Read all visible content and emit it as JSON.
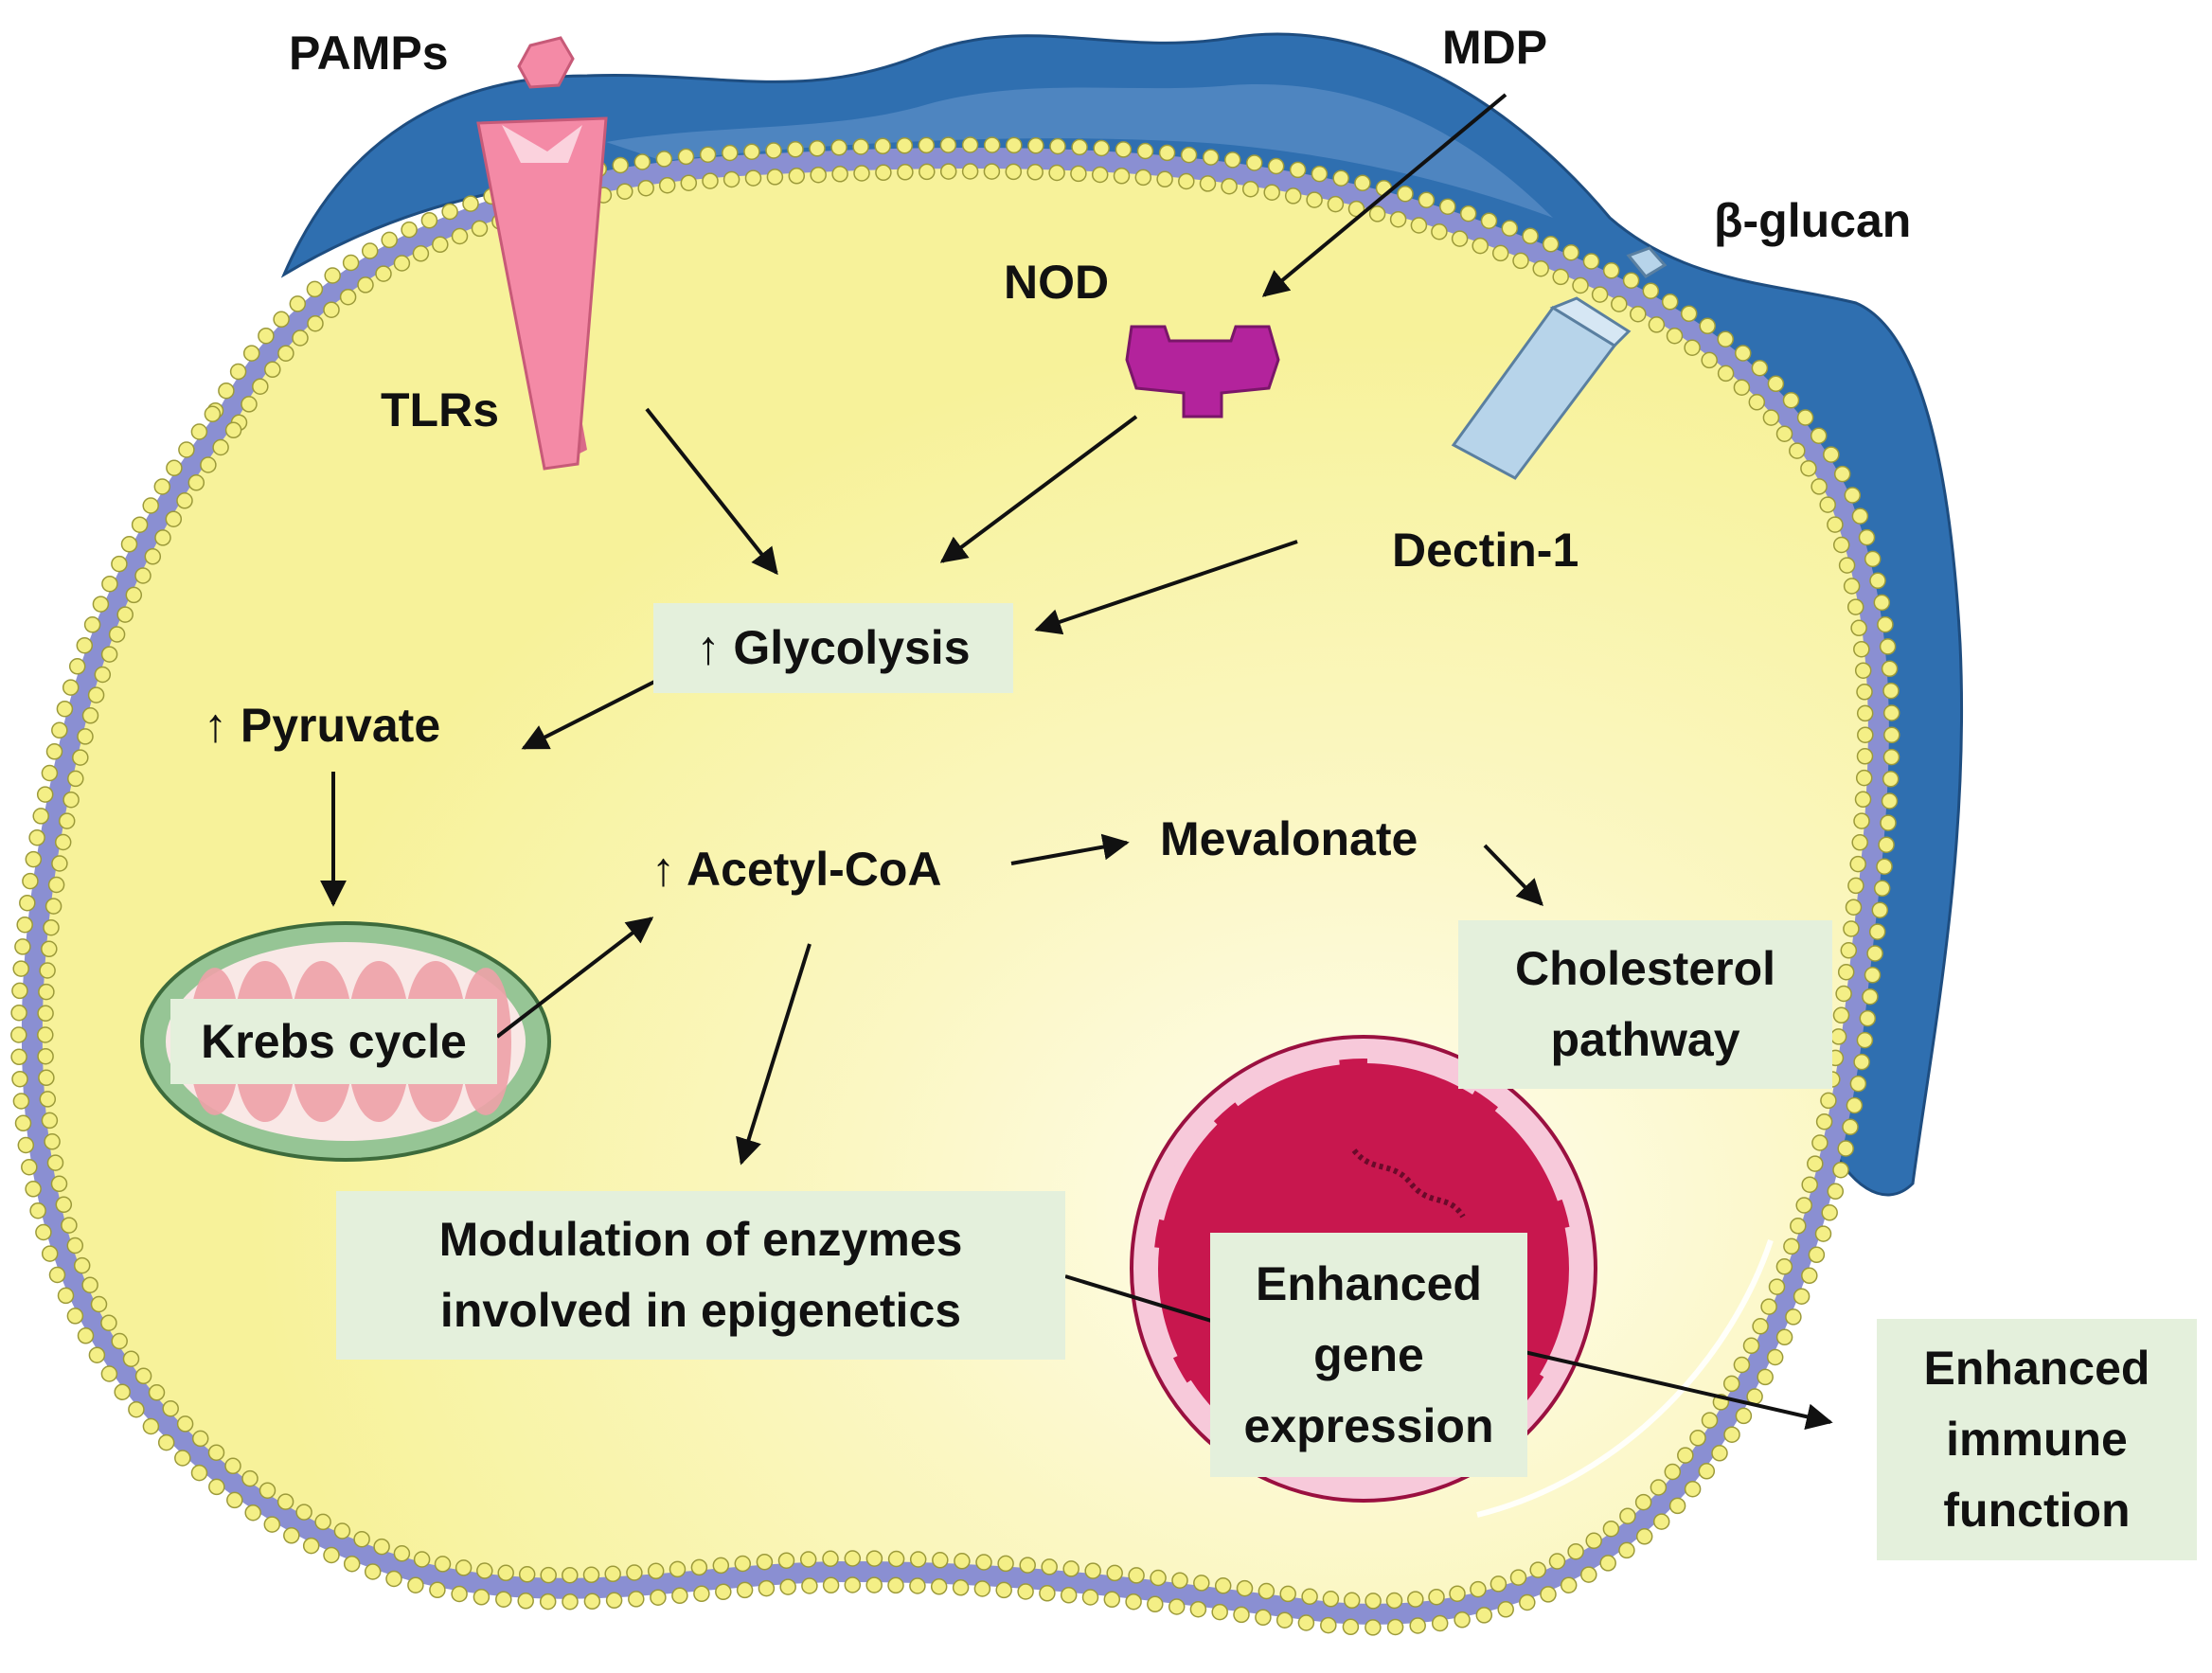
{
  "colors": {
    "extracellular": "#2f6fb0",
    "cytoplasm": "#f7f29a",
    "membrane_heads": "#f4ef86",
    "membrane_line": "#8a8fd2",
    "tlr": "#f48aa6",
    "nod": "#b3239c",
    "dectin": "#b7d4ea",
    "mitochondrion": "#96c595",
    "nucleus": "#c8174e",
    "box_fill": "#e4f0dc"
  },
  "labels": {
    "pamps": "PAMPs",
    "mdp": "MDP",
    "beta_glucan": "β-glucan",
    "nod": "NOD",
    "tlrs": "TLRs",
    "dectin1": "Dectin-1",
    "glycolysis": "↑ Glycolysis",
    "pyruvate": "↑ Pyruvate",
    "acetyl_coa": "↑ Acetyl-CoA",
    "mevalonate": "Mevalonate",
    "krebs": "Krebs cycle",
    "cholesterol_line1": "Cholesterol",
    "cholesterol_line2": "pathway",
    "modulation_line1": "Modulation of enzymes",
    "modulation_line2": "involved in epigenetics",
    "gene_line1": "Enhanced",
    "gene_line2": "gene",
    "gene_line3": "expression",
    "immune_line1": "Enhanced",
    "immune_line2": "immune",
    "immune_line3": "function"
  }
}
